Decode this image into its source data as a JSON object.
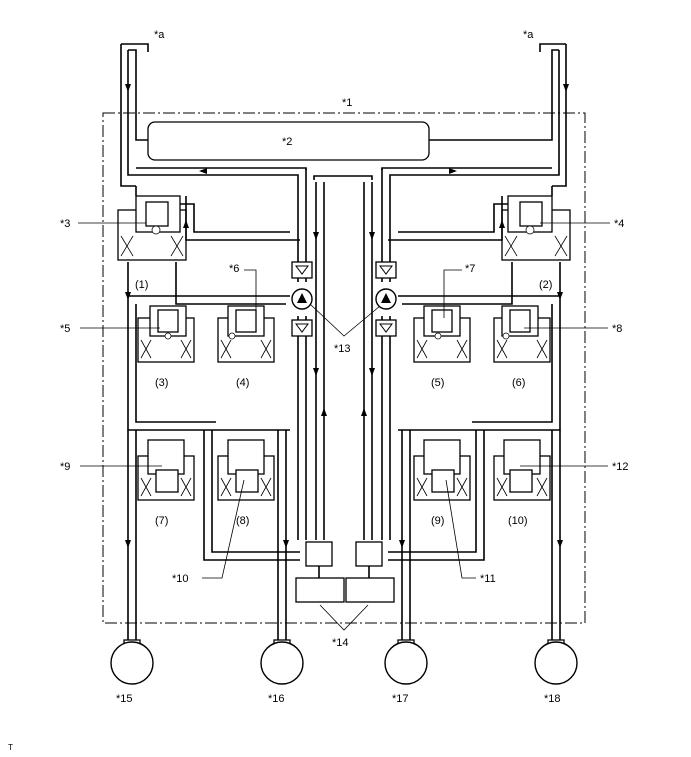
{
  "callouts": {
    "a_left": "*a",
    "a_right": "*a",
    "c1": "*1",
    "c2": "*2",
    "c3": "*3",
    "c4": "*4",
    "c5": "*5",
    "c6": "*6",
    "c7": "*7",
    "c8": "*8",
    "c9": "*9",
    "c10": "*10",
    "c11": "*11",
    "c12": "*12",
    "c13": "*13",
    "c14": "*14",
    "c15": "*15",
    "c16": "*16",
    "c17": "*17",
    "c18": "*18"
  },
  "valves": {
    "v1": "(1)",
    "v2": "(2)",
    "v3": "(3)",
    "v4": "(4)",
    "v5": "(5)",
    "v6": "(6)",
    "v7": "(7)",
    "v8": "(8)",
    "v9": "(9)",
    "v10": "(10)"
  },
  "corner_mark": "T"
}
